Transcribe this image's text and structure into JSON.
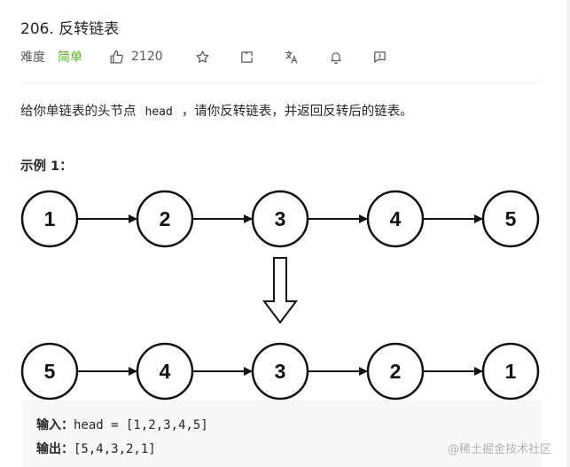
{
  "problem": {
    "title": "206. 反转链表",
    "difficulty_label": "难度",
    "difficulty": "简单",
    "likes": "2120"
  },
  "icons": [
    "like-icon",
    "star-icon",
    "share-icon",
    "translate-icon",
    "bell-icon",
    "feedback-icon"
  ],
  "colors": {
    "difficulty": "#5ab726",
    "text": "#262626",
    "muted": "#595959"
  },
  "description": {
    "before": "给你单链表的头节点",
    "code": "head",
    "after": "，请你反转链表，并返回反转后的链表。"
  },
  "example": {
    "title": "示例 1：",
    "list_top": [
      "1",
      "2",
      "3",
      "4",
      "5"
    ],
    "list_bottom": [
      "5",
      "4",
      "3",
      "2",
      "1"
    ],
    "input_label": "输入：",
    "input_value": "head = [1,2,3,4,5]",
    "output_label": "输出：",
    "output_value": "[5,4,3,2,1]"
  },
  "watermark": "@稀土掘金技术社区"
}
